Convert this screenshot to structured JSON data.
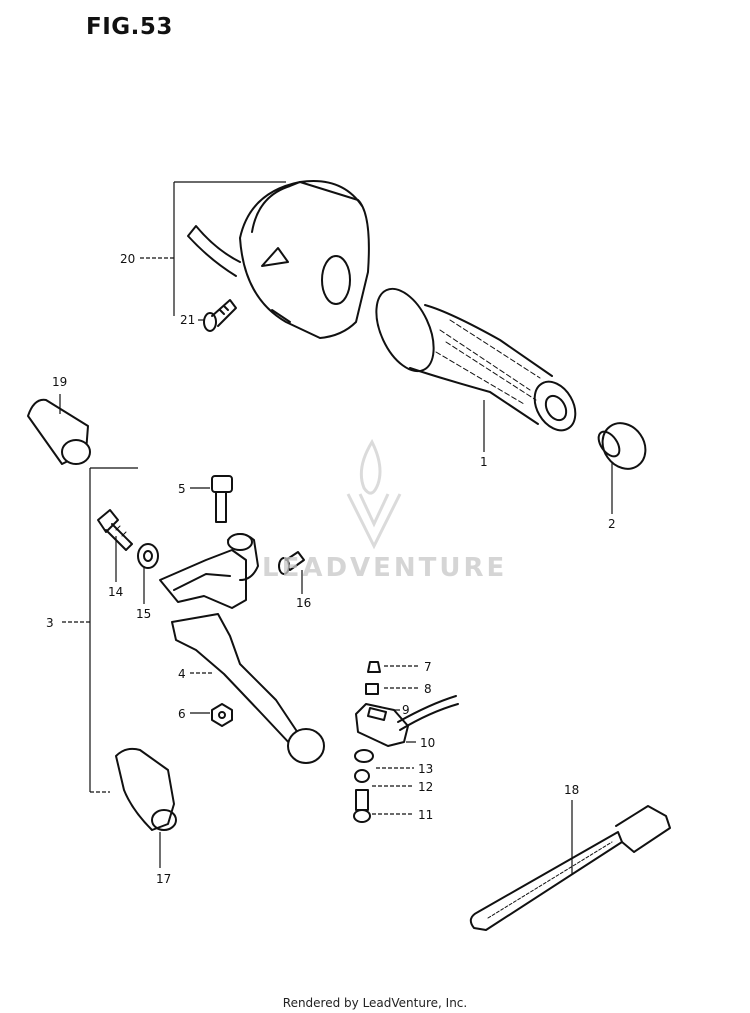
{
  "figure": {
    "title": "FIG.53"
  },
  "watermark": {
    "text": "LEADVENTURE"
  },
  "footer": {
    "text": "Rendered by LeadVenture, Inc."
  },
  "callouts": {
    "c1": "1",
    "c2": "2",
    "c3": "3",
    "c4": "4",
    "c5": "5",
    "c6": "6",
    "c7": "7",
    "c8": "8",
    "c9": "9",
    "c10": "10",
    "c11": "11",
    "c12": "12",
    "c13": "13",
    "c14": "14",
    "c15": "15",
    "c16": "16",
    "c17": "17",
    "c18": "18",
    "c19": "19",
    "c20": "20",
    "c21": "21"
  }
}
